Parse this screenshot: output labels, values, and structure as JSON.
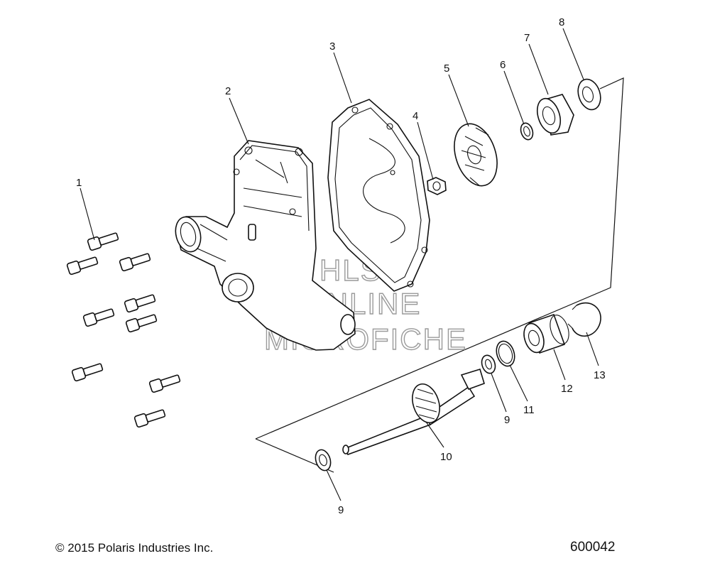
{
  "callouts": {
    "c1": "1",
    "c2": "2",
    "c3": "3",
    "c4": "4",
    "c5": "5",
    "c6": "6",
    "c7": "7",
    "c8": "8",
    "c9a": "9",
    "c9b": "9",
    "c10": "10",
    "c11": "11",
    "c12": "12",
    "c13": "13"
  },
  "watermark": {
    "line1": "HLSM",
    "line2": "ONLINE",
    "line3": "MICROFICHE"
  },
  "footer": {
    "copyright": "© 2015 Polaris Industries Inc.",
    "doc_number": "600042"
  }
}
